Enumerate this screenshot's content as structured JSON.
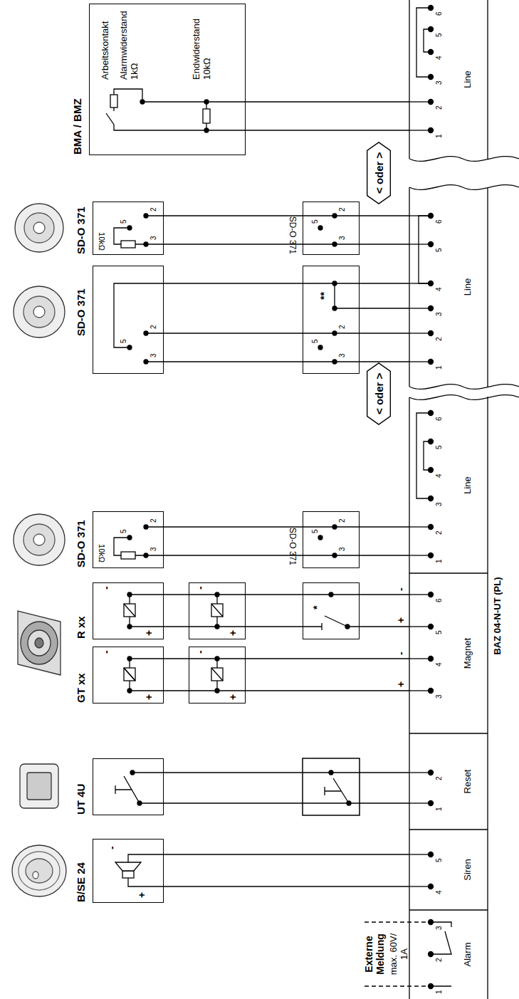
{
  "diagram": {
    "nodes": [
      {
        "text": [
          "B/SE 24",
          "+",
          "-"
        ]
      },
      {
        "text": [
          "UT 4U"
        ]
      },
      {
        "text": [
          "GT xx",
          "+",
          "-"
        ]
      },
      {
        "text": [
          "R xx",
          "+",
          "-"
        ]
      },
      {
        "text": [
          "+",
          "-"
        ]
      },
      {
        "text": [
          "+",
          "-"
        ]
      },
      {
        "text": [
          "*"
        ]
      },
      {
        "text": [
          "SD-O 371",
          "10kΩ",
          "5",
          "2",
          "3"
        ]
      },
      {
        "text": [
          "SD-O 371",
          "5",
          "2",
          "3"
        ]
      },
      {
        "text": [
          "SD-O 371",
          "5",
          "2",
          "3"
        ]
      },
      {
        "text": [
          "SD-O 371",
          "10kΩ",
          "5",
          "2",
          "3"
        ]
      },
      {
        "text": [
          "**",
          "5",
          "2",
          "3"
        ]
      },
      {
        "text": [
          "SD-O 371",
          "5",
          "2",
          "3"
        ]
      },
      {
        "text": [
          "BMA / BMZ",
          "Arbeitskontakt",
          "Alarmwiderstand 1kΩ",
          "Endwiderstand 10kΩ"
        ]
      },
      {
        "text": [
          "BAZ 04-N-UT (PL)"
        ]
      },
      {
        "text": [
          "Alarm"
        ],
        "in": 14
      },
      {
        "text": [
          "Siren"
        ],
        "in": 14
      },
      {
        "text": [
          "Reset"
        ],
        "in": 14
      },
      {
        "text": [
          "Magnet"
        ],
        "in": 14
      },
      {
        "text": [
          "Line"
        ],
        "in": 14
      },
      {
        "text": [
          "< oder >"
        ]
      },
      {
        "text": [
          "Line"
        ]
      },
      {
        "text": [
          "< oder >"
        ]
      },
      {
        "text": [
          "Line"
        ]
      }
    ],
    "edges": [
      {
        "from": 0,
        "to": 16,
        "arrow": "none"
      },
      {
        "from": 1,
        "to": 17,
        "arrow": "none"
      },
      {
        "from": 2,
        "to": 4,
        "arrow": "none"
      },
      {
        "from": 4,
        "to": 18,
        "arrow": "none"
      },
      {
        "from": 3,
        "to": 5,
        "arrow": "none"
      },
      {
        "from": 5,
        "to": 6,
        "arrow": "none"
      },
      {
        "from": 6,
        "to": 18,
        "arrow": "none"
      },
      {
        "from": 7,
        "to": 8,
        "arrow": "none"
      },
      {
        "from": 8,
        "to": 19,
        "arrow": "none"
      },
      {
        "from": 9,
        "to": 11,
        "arrow": "none"
      },
      {
        "from": 10,
        "to": 12,
        "arrow": "none"
      },
      {
        "from": 11,
        "to": 21,
        "arrow": "none"
      },
      {
        "from": 12,
        "to": 21,
        "arrow": "none"
      },
      {
        "from": 13,
        "to": 23,
        "arrow": "none"
      }
    ],
    "labels": [
      "Externe Meldung",
      "max. 60V/ 1A",
      "1",
      "2",
      "3",
      "4",
      "5",
      "1",
      "2",
      "3",
      "4",
      "5",
      "6",
      "1",
      "2",
      "3",
      "4",
      "5",
      "6",
      "1",
      "2",
      "3",
      "4",
      "5",
      "6",
      "1",
      "2",
      "3",
      "4",
      "5",
      "6",
      "+",
      "-",
      "+",
      "-"
    ]
  }
}
